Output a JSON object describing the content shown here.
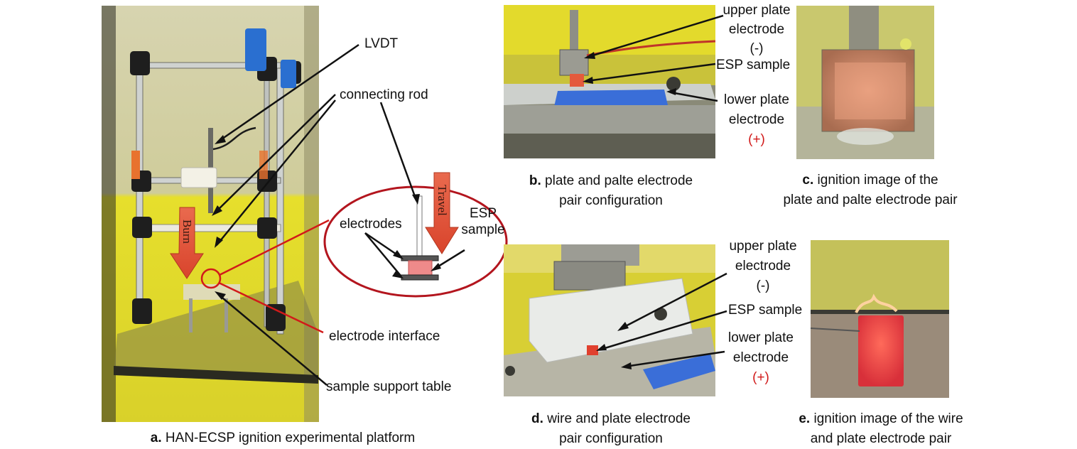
{
  "panel_a": {
    "labels": {
      "lvdt": "LVDT",
      "connecting_rod": "connecting rod",
      "burn": "Burn",
      "electrode_interface": "electrode interface",
      "sample_support_table": "sample support table"
    },
    "caption_letter": "a.",
    "caption_text": " HAN-ECSP ignition experimental platform"
  },
  "inset": {
    "electrodes": "electrodes",
    "travel": "Travel",
    "esp_sample_line1": "ESP",
    "esp_sample_line2": "sample"
  },
  "panel_b": {
    "upper_line1": "upper plate",
    "upper_line2": "electrode",
    "upper_line3": "(-)",
    "esp_sample": "ESP sample",
    "lower_line1": "lower plate",
    "lower_line2": "electrode",
    "lower_line3": "(+)",
    "caption_letter": "b.",
    "caption_line1": " plate and palte electrode",
    "caption_line2": "pair configuration"
  },
  "panel_c": {
    "caption_letter": "c.",
    "caption_line1": " ignition image of the",
    "caption_line2": "plate and palte electrode pair"
  },
  "panel_d": {
    "upper_line1": "upper plate",
    "upper_line2": "electrode",
    "upper_line3": "(-)",
    "esp_sample": "ESP sample",
    "lower_line1": "lower plate",
    "lower_line2": "electrode",
    "lower_line3": "(+)",
    "caption_letter": "d.",
    "caption_line1": " wire and plate electrode",
    "caption_line2": "pair configuration"
  },
  "panel_e": {
    "caption_letter": "e.",
    "caption_line1": " ignition image of the wire",
    "caption_line2": "and plate electrode pair"
  },
  "colors": {
    "annotation_red": "#d11a1a",
    "burn_arrow": "#e0553d",
    "yellow_background": "#e8e030",
    "sample_pink": "#ee8a8a"
  }
}
